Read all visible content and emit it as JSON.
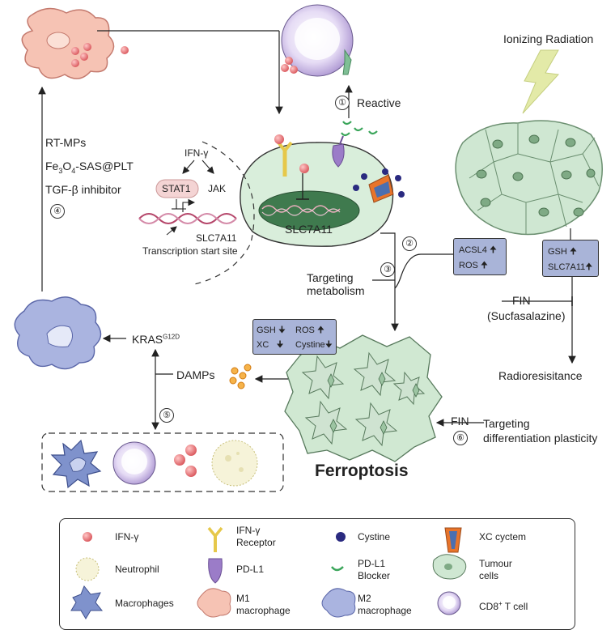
{
  "labels": {
    "ionizing_radiation": "Ionizing Radiation",
    "reactive": "Reactive",
    "ifn_gamma": "IFN-γ",
    "stat1": "STAT1",
    "jak": "JAK",
    "slc7a11_dna": "SLC7A11",
    "tss": "Transcription start site",
    "slc7a11_cell": "SLC7A11",
    "targeting_metabolism_1": "Targeting",
    "targeting_metabolism_2": "metabolism",
    "rt_mps": "RT-MPs",
    "fe3o4_a": "Fe",
    "fe3o4_sub1": "3",
    "fe3o4_b": "O",
    "fe3o4_sub2": "4",
    "fe3o4_c": "-SAS@PLT",
    "tgfb": "TGF-β inhibitor",
    "kras": "KRAS",
    "kras_sup": "G12D",
    "damps": "DAMPs",
    "fin_sulfa_1": "FIN",
    "fin_sulfa_2": "(Sucfasalazine)",
    "radioresistance": "Radioresisitance",
    "fin_plasticity": "FIN",
    "targeting_diff_1": "Targeting",
    "targeting_diff_2": "differentiation plasticity",
    "ferroptosis": "Ferroptosis"
  },
  "boxes": {
    "acsl4": "ACSL4",
    "ros_up": "ROS",
    "gsh_up": "GSH",
    "slc7a11_up": "SLC7A11",
    "gsh_down": "GSH",
    "ros_up2": "ROS",
    "xc_down": "XC",
    "cystine_down": "Cystine"
  },
  "steps": {
    "s1": "①",
    "s2": "②",
    "s3": "③",
    "s4": "④",
    "s5": "⑤",
    "s6": "⑥"
  },
  "legend": {
    "ifn": "IFN-γ",
    "ifn_receptor_1": "IFN-γ",
    "ifn_receptor_2": "Receptor",
    "cystine": "Cystine",
    "xc": "XC cyctem",
    "neutrophil": "Neutrophil",
    "pdl1": "PD-L1",
    "pdl1_blocker_1": "PD-L1",
    "pdl1_blocker_2": "Blocker",
    "tumour_1": "Tumour",
    "tumour_2": "cells",
    "macrophages": "Macrophages",
    "m1_1": "M1",
    "m1_2": "macrophage",
    "m2_1": "M2",
    "m2_2": "macrophage",
    "cd8_a": "CD8",
    "cd8_sup": "+",
    "cd8_b": " T cell"
  },
  "colors": {
    "ifn_dot": "#e8767a",
    "tumour_fill": "#d9eedb",
    "box_fill": "#a9b4d8",
    "m2_fill": "#a9b4e0",
    "m1_fill": "#f6c3b4",
    "cystine": "#2a2a80",
    "blocker": "#3aa55a",
    "pdl1": "#9b7cc8",
    "receptor": "#e6c84a",
    "xc": "#e8742a",
    "damps": "#f0a030",
    "lightning": "#dde6a0"
  }
}
